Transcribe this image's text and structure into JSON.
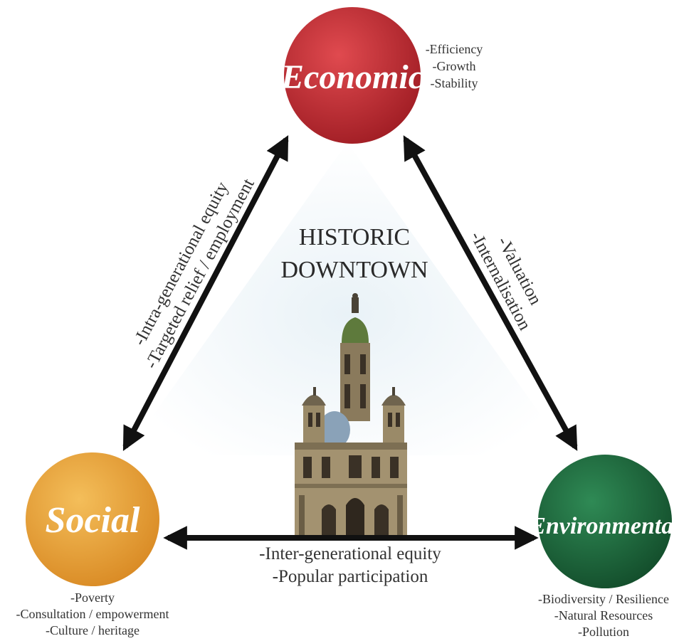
{
  "center": {
    "title_line1": "HISTORIC",
    "title_line2": "DOWNTOWN",
    "image": "church-building-icon"
  },
  "nodes": {
    "economic": {
      "label": "Economic",
      "color": "#c0272d",
      "items": [
        "-Efficiency",
        "-Growth",
        "-Stability"
      ]
    },
    "social": {
      "label": "Social",
      "color": "#e8a23a",
      "items": [
        "-Poverty",
        "-Consultation / empowerment",
        "-Culture / heritage"
      ]
    },
    "environmental": {
      "label": "Environmental",
      "color": "#1e6a3e",
      "items": [
        "-Biodiversity / Resilience",
        "-Natural Resources",
        "-Pollution"
      ]
    }
  },
  "edges": {
    "economic_social": [
      "-Intra-generational equity",
      "-Targeted relief / employment"
    ],
    "economic_environmental": [
      "-Valuation",
      "-Internalisation"
    ],
    "social_environmental": [
      "-Inter-generational equity",
      "-Popular participation"
    ]
  }
}
